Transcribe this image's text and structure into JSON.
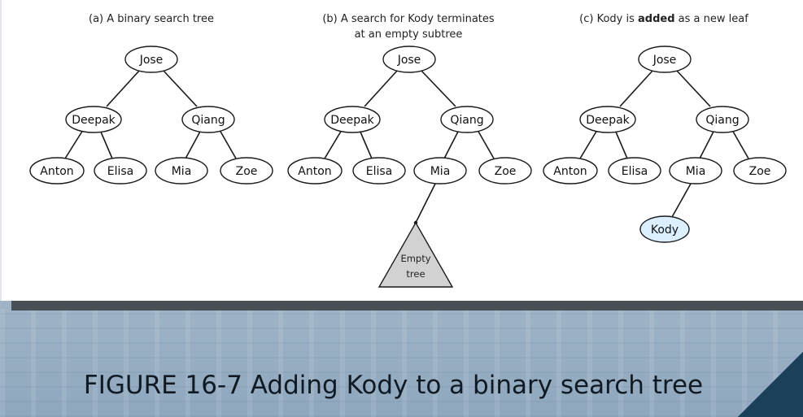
{
  "panels": [
    {
      "title_lines": [
        "(a) A binary search tree"
      ],
      "nodes": {
        "root": "Jose",
        "left": "Deepak",
        "right": "Qiang",
        "left_left": "Anton",
        "left_right": "Elisa",
        "right_left": "Mia",
        "right_right": "Zoe"
      }
    },
    {
      "title_lines": [
        "(b) A search for Kody terminates",
        "at an empty subtree"
      ],
      "nodes": {
        "root": "Jose",
        "left": "Deepak",
        "right": "Qiang",
        "left_left": "Anton",
        "left_right": "Elisa",
        "right_left": "Mia",
        "right_right": "Zoe"
      },
      "empty_subtree_label": [
        "Empty",
        "tree"
      ]
    },
    {
      "title_prefix": "(c) Kody is ",
      "title_bold": "added",
      "title_suffix": " as a new leaf",
      "nodes": {
        "root": "Jose",
        "left": "Deepak",
        "right": "Qiang",
        "left_left": "Anton",
        "left_right": "Elisa",
        "right_left": "Mia",
        "right_right": "Zoe",
        "new_leaf": "Kody"
      },
      "highlight_color": "#dcefff"
    }
  ],
  "caption": "FIGURE 16-7 Adding Kody to a binary search tree"
}
